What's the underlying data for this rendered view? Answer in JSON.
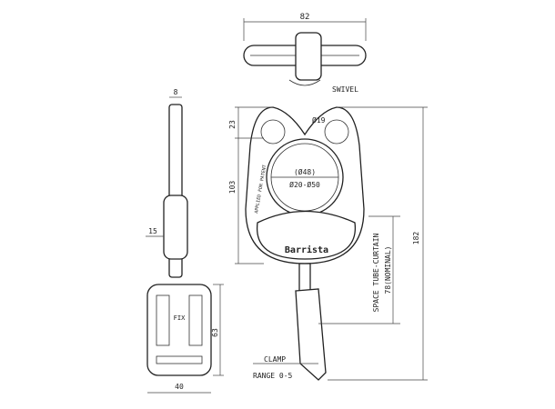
{
  "labels": {
    "top_width": "82",
    "swivel": "SWIVEL",
    "side_thickness": "8",
    "side_width": "15",
    "clamp_height": "63",
    "clamp_width": "40",
    "ear_height": "23",
    "body_height": "103",
    "hole_diameter": "Ø19",
    "ring_nominal": "(Ø48)",
    "ring_range": "Ø20-Ø50",
    "patent": "APPLIED FOR PATENT",
    "space_line1": "SPACE TUBE-CURTAIN",
    "space_line2": "78(NOMINAL)",
    "total_height": "182",
    "clamp_label": "CLAMP",
    "clamp_range": "RANGE 0-5",
    "fix_label": "FIX",
    "brand": "Barrista"
  },
  "colors": {
    "line": "#222222",
    "background": "#ffffff"
  }
}
